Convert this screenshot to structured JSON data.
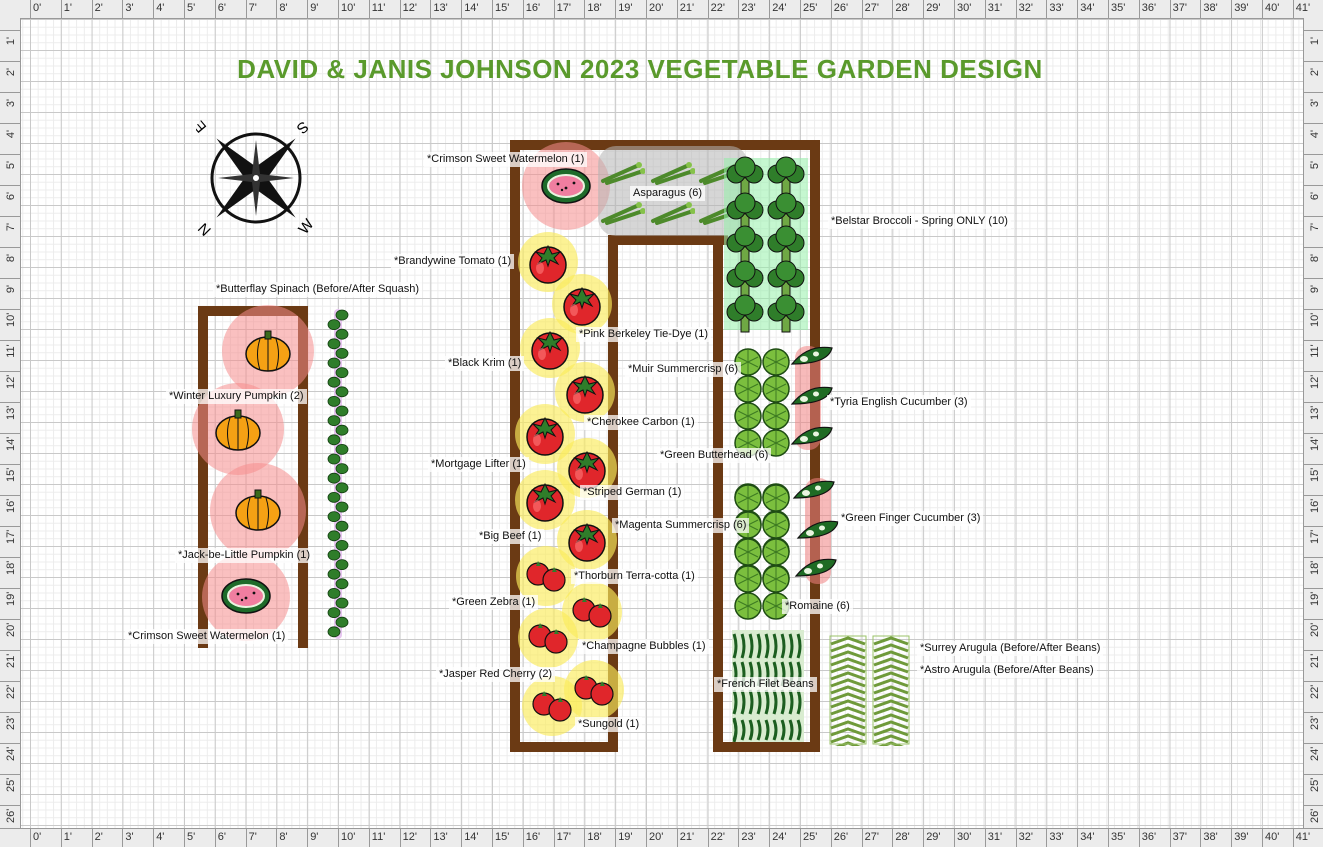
{
  "title": "DAVID & JANIS JOHNSON 2023 VEGETABLE GARDEN DESIGN",
  "ruler": {
    "horizontal": [
      "0'",
      "1'",
      "2'",
      "3'",
      "4'",
      "5'",
      "6'",
      "7'",
      "8'",
      "9'",
      "10'",
      "11'",
      "12'",
      "13'",
      "14'",
      "15'",
      "16'",
      "17'",
      "18'",
      "19'",
      "20'",
      "21'",
      "22'",
      "23'",
      "24'",
      "25'",
      "26'",
      "27'",
      "28'",
      "29'",
      "30'",
      "31'",
      "32'",
      "33'",
      "34'",
      "35'",
      "36'",
      "37'",
      "38'",
      "39'",
      "40'",
      "41'"
    ],
    "vertical": [
      "1'",
      "2'",
      "3'",
      "4'",
      "5'",
      "6'",
      "7'",
      "8'",
      "9'",
      "10'",
      "11'",
      "12'",
      "13'",
      "14'",
      "15'",
      "16'",
      "17'",
      "18'",
      "19'",
      "20'",
      "21'",
      "22'",
      "23'",
      "24'",
      "25'",
      "26'"
    ]
  },
  "compass": {
    "n": "N",
    "s": "S",
    "e": "E",
    "w": "W"
  },
  "labels": {
    "butterflay_spinach": "*Butterflay Spinach (Before/After Squash)",
    "winter_luxury_pumpkin": "*Winter Luxury Pumpkin (2)",
    "jack_be_little_pumpkin": "*Jack-be-Little Pumpkin (1)",
    "crimson_sweet_watermelon_left": "*Crimson Sweet Watermelon (1)",
    "crimson_sweet_watermelon_top": "*Crimson Sweet Watermelon (1)",
    "asparagus": "Asparagus (6)",
    "belstar_broccoli": "*Belstar Broccoli - Spring ONLY (10)",
    "brandywine_tomato": "*Brandywine Tomato (1)",
    "pink_berkeley": "*Pink Berkeley Tie-Dye (1)",
    "black_krim": "*Black Krim (1)",
    "muir_summercrisp": "*Muir Summercrisp (6)",
    "tyria_cucumber": "*Tyria English Cucumber (3)",
    "cherokee_carbon": "*Cherokee Carbon (1)",
    "mortgage_lifter": "*Mortgage Lifter (1)",
    "green_butterhead": "*Green Butterhead (6)",
    "striped_german": "*Striped German (1)",
    "green_finger_cucumber": "*Green Finger Cucumber (3)",
    "big_beef": "*Big Beef (1)",
    "magenta_summercrisp": "*Magenta Summercrisp (6)",
    "thorburn": "*Thorburn Terra-cotta (1)",
    "green_zebra": "*Green Zebra (1)",
    "romaine": "*Romaine (6)",
    "champagne_bubbles": "*Champagne Bubbles (1)",
    "surrey_arugula": "*Surrey Arugula (Before/After Beans)",
    "astro_arugula": "*Astro Arugula (Before/After Beans)",
    "jasper_red_cherry": "*Jasper Red Cherry (2)",
    "french_filet_beans": "*French Filet Beans",
    "sungold": "*Sungold (1)"
  },
  "colors": {
    "bed_wood": "#6b3a14",
    "title_green": "#5a9a2c",
    "tomato_red": "#e0262b",
    "pumpkin_orange": "#f5a114",
    "leaf_green": "#2f7d2a",
    "light_green": "#7fbf3f"
  }
}
